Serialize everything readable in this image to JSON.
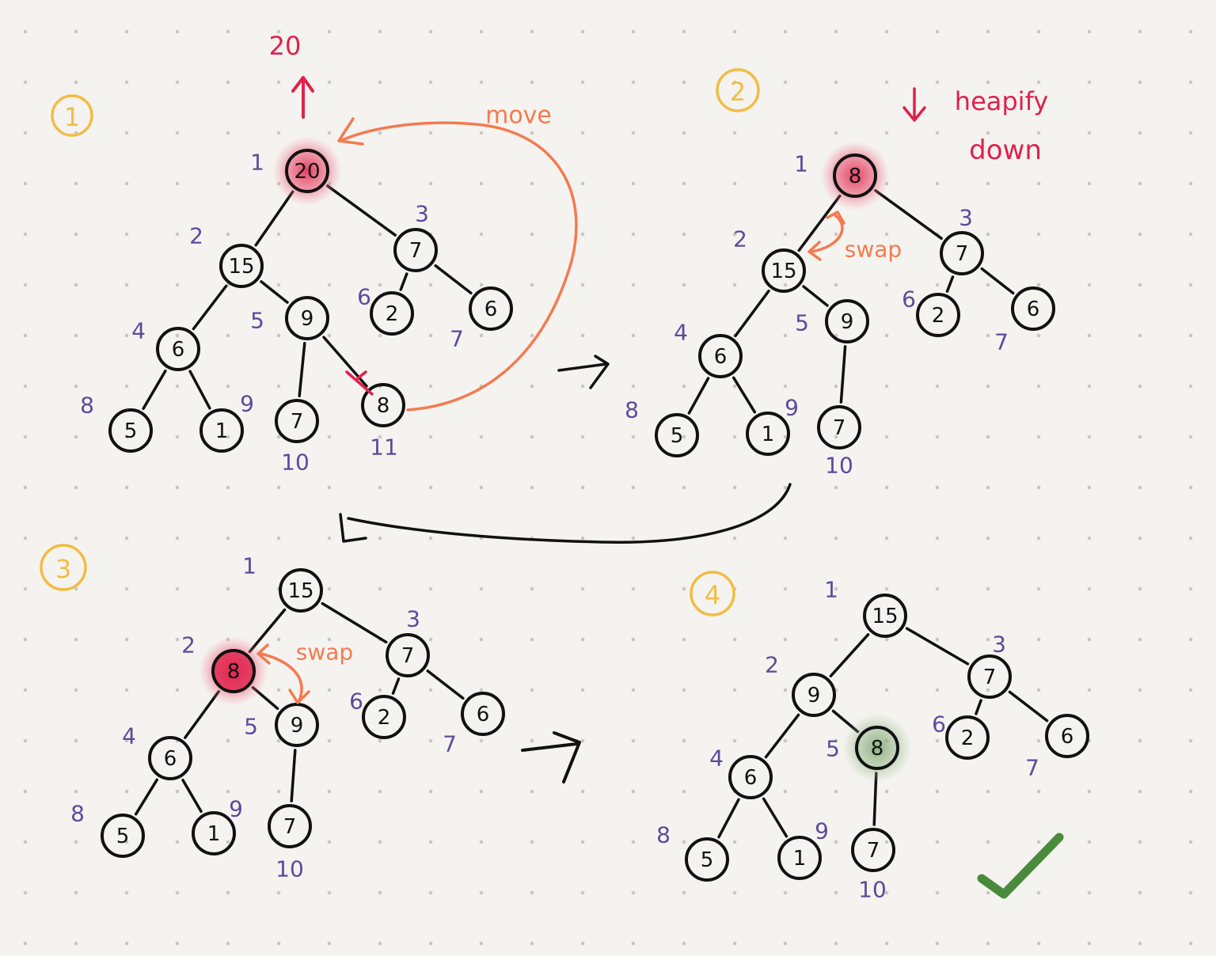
{
  "colors": {
    "ink": "#111111",
    "index": "#5b4b9a",
    "step": "#f0bd45",
    "highlight_red": "#e0204a",
    "annotation_orange": "#f47a50",
    "highlight_green": "#7aa86a",
    "check_green": "#4a8a3c"
  },
  "annotations": {
    "extracted_value": "20",
    "move_label": "move",
    "heapify_label": "heapify",
    "down_label": "down",
    "swap_label": "swap"
  },
  "steps": [
    {
      "label": "1",
      "highlight": {
        "node": 1,
        "color": "red"
      },
      "nodes": [
        {
          "index": "1",
          "value": "20"
        },
        {
          "index": "2",
          "value": "15"
        },
        {
          "index": "3",
          "value": "7"
        },
        {
          "index": "4",
          "value": "6"
        },
        {
          "index": "5",
          "value": "9"
        },
        {
          "index": "6",
          "value": "2"
        },
        {
          "index": "7",
          "value": "6"
        },
        {
          "index": "8",
          "value": "5"
        },
        {
          "index": "9",
          "value": "1"
        },
        {
          "index": "10",
          "value": "7"
        },
        {
          "index": "11",
          "value": "8"
        }
      ]
    },
    {
      "label": "2",
      "highlight": {
        "node": 1,
        "color": "red"
      },
      "nodes": [
        {
          "index": "1",
          "value": "8"
        },
        {
          "index": "2",
          "value": "15"
        },
        {
          "index": "3",
          "value": "7"
        },
        {
          "index": "4",
          "value": "6"
        },
        {
          "index": "5",
          "value": "9"
        },
        {
          "index": "6",
          "value": "2"
        },
        {
          "index": "7",
          "value": "6"
        },
        {
          "index": "8",
          "value": "5"
        },
        {
          "index": "9",
          "value": "1"
        },
        {
          "index": "10",
          "value": "7"
        }
      ]
    },
    {
      "label": "3",
      "highlight": {
        "node": 2,
        "color": "red"
      },
      "nodes": [
        {
          "index": "1",
          "value": "15"
        },
        {
          "index": "2",
          "value": "8"
        },
        {
          "index": "3",
          "value": "7"
        },
        {
          "index": "4",
          "value": "6"
        },
        {
          "index": "5",
          "value": "9"
        },
        {
          "index": "6",
          "value": "2"
        },
        {
          "index": "7",
          "value": "6"
        },
        {
          "index": "8",
          "value": "5"
        },
        {
          "index": "9",
          "value": "1"
        },
        {
          "index": "10",
          "value": "7"
        }
      ]
    },
    {
      "label": "4",
      "highlight": {
        "node": 5,
        "color": "green"
      },
      "nodes": [
        {
          "index": "1",
          "value": "15"
        },
        {
          "index": "2",
          "value": "9"
        },
        {
          "index": "3",
          "value": "7"
        },
        {
          "index": "4",
          "value": "6"
        },
        {
          "index": "5",
          "value": "8"
        },
        {
          "index": "6",
          "value": "2"
        },
        {
          "index": "7",
          "value": "6"
        },
        {
          "index": "8",
          "value": "5"
        },
        {
          "index": "9",
          "value": "1"
        },
        {
          "index": "10",
          "value": "7"
        }
      ]
    }
  ]
}
